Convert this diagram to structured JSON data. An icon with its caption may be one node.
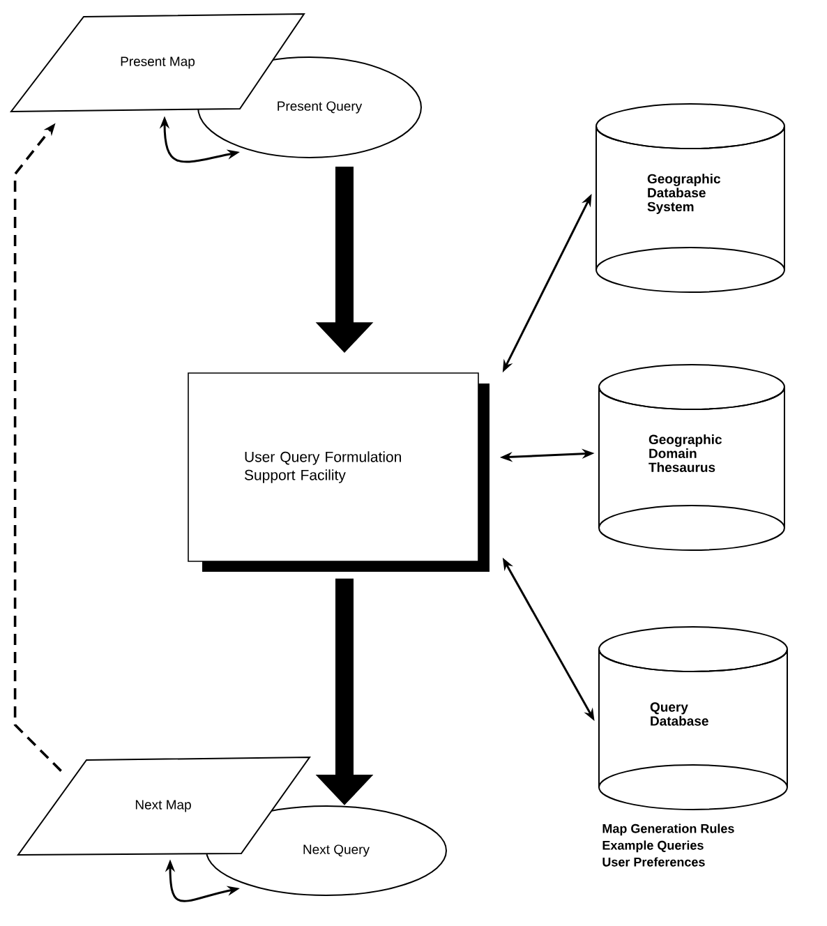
{
  "diagram": {
    "nodes": [
      {
        "text": [
          "Present Map"
        ]
      },
      {
        "text": [
          "Present Query"
        ]
      },
      {
        "text": [
          "User Query Formulation Support Facility"
        ]
      },
      {
        "text": [
          "Geographic Database System"
        ]
      },
      {
        "text": [
          "Geographic Domain Thesaurus"
        ]
      },
      {
        "text": [
          "Query Database"
        ],
        "beside": [
          "Map Generation Rules",
          "Example Queries",
          "User Preferences"
        ]
      },
      {
        "text": [
          "Next Map"
        ]
      },
      {
        "text": [
          "Next Query"
        ]
      }
    ],
    "edges": [
      {
        "from": 0,
        "to": 1,
        "arrow": "both"
      },
      {
        "from": 1,
        "to": 2,
        "arrow": "to",
        "style": "thick"
      },
      {
        "from": 2,
        "to": 3,
        "arrow": "both"
      },
      {
        "from": 2,
        "to": 4,
        "arrow": "both"
      },
      {
        "from": 2,
        "to": 5,
        "arrow": "both"
      },
      {
        "from": 2,
        "to": 7,
        "arrow": "to",
        "style": "thick"
      },
      {
        "from": 6,
        "to": 7,
        "arrow": "both"
      },
      {
        "from": 6,
        "to": 0,
        "arrow": "to",
        "style": "dashed"
      }
    ]
  }
}
